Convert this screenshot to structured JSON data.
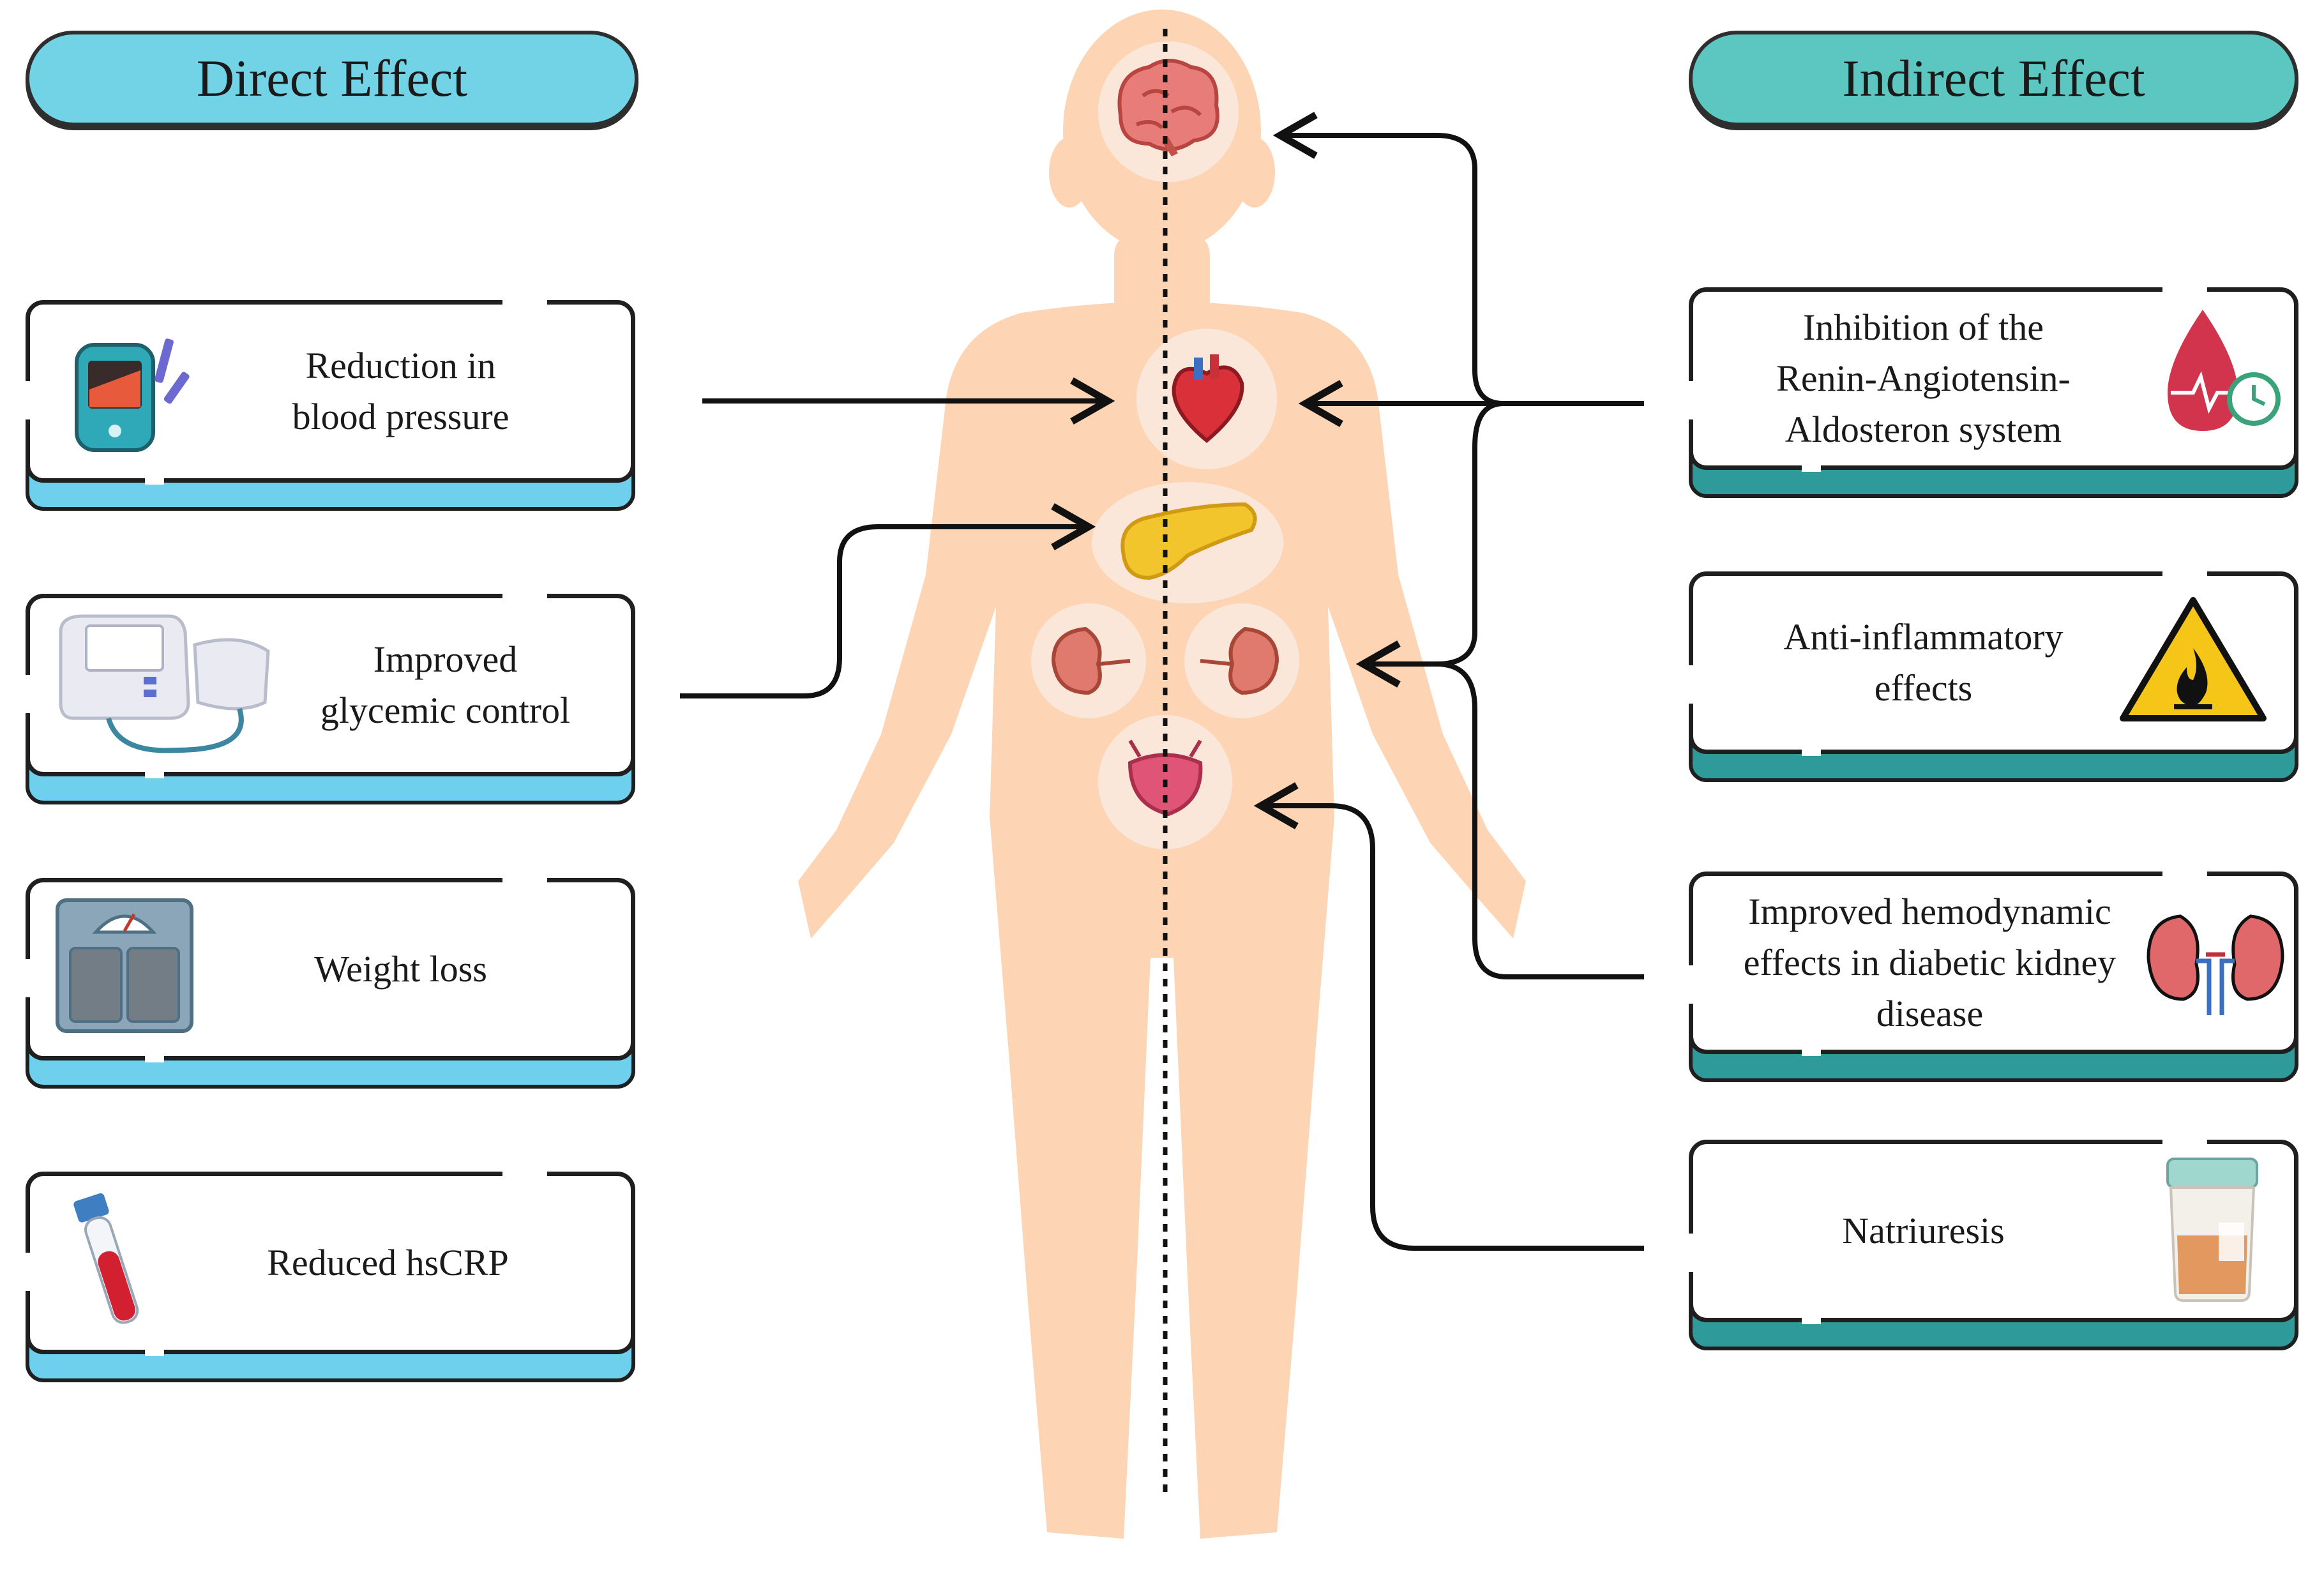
{
  "headers": {
    "direct": "Direct Effect",
    "indirect": "Indirect Effect"
  },
  "direct_effects": [
    {
      "line1": "Reduction in",
      "line2": "blood pressure",
      "icon": "glucometer-icon"
    },
    {
      "line1": "Improved",
      "line2": "glycemic control",
      "icon": "blood-pressure-monitor-icon"
    },
    {
      "line1": "Weight loss",
      "line2": "",
      "icon": "weighing-scale-icon"
    },
    {
      "line1": "Reduced hsCRP",
      "line2": "",
      "icon": "blood-tube-icon"
    }
  ],
  "indirect_effects": [
    {
      "line1": "Inhibition of the",
      "line2": "Renin-Angiotensin-",
      "line3": "Aldosteron system",
      "icon": "blood-drop-pressure-icon"
    },
    {
      "line1": "Anti-inflammatory",
      "line2": "effects",
      "line3": "",
      "icon": "flammable-warning-icon"
    },
    {
      "line1": "Improved hemodynamic",
      "line2": "effects in diabetic kidney",
      "line3": "disease",
      "icon": "kidneys-icon"
    },
    {
      "line1": "Natriuresis",
      "line2": "",
      "line3": "",
      "icon": "urine-sample-icon"
    }
  ],
  "body_organs": [
    "brain-icon",
    "heart-icon",
    "pancreas-icon",
    "left-kidney-icon",
    "right-kidney-icon",
    "bladder-icon"
  ],
  "colors": {
    "direct_header": "#72d3e6",
    "indirect_header": "#5cc6c1",
    "body": "#fdd5b4",
    "direct_base": "#6fd0ee",
    "indirect_base": "#2e9a9a"
  }
}
